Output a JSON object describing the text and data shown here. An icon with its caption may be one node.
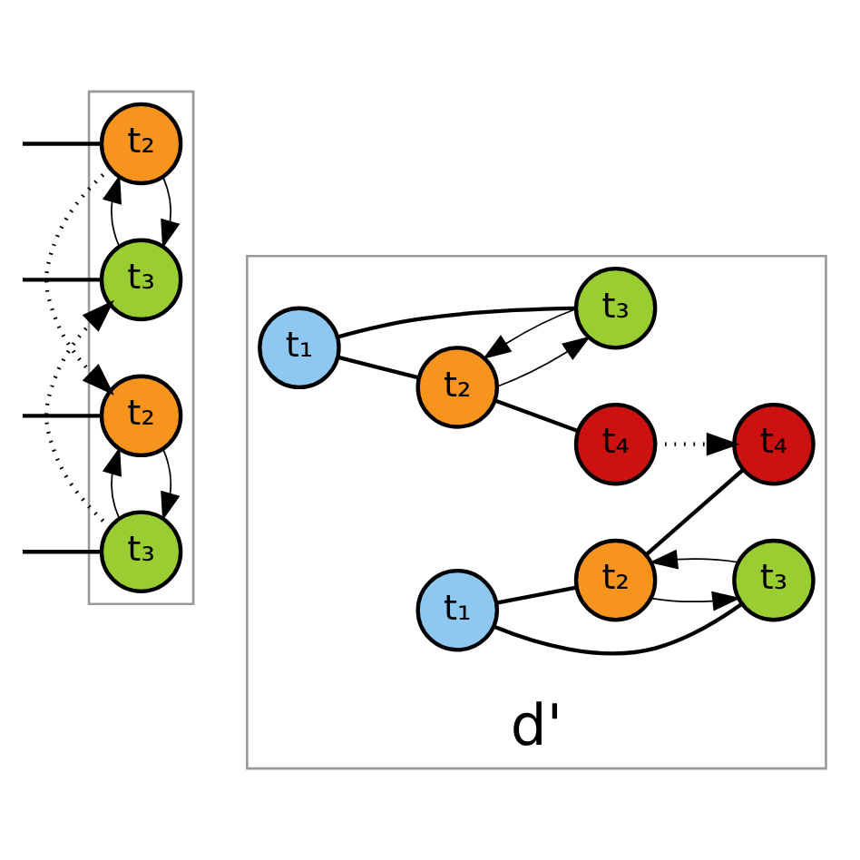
{
  "diagram": {
    "nodes": [
      {
        "text": [],
        "shape": "box"
      },
      {
        "text": [
          "t₂"
        ],
        "in": 0
      },
      {
        "text": [
          "t₃"
        ],
        "in": 0
      },
      {
        "text": [
          "t₂"
        ],
        "in": 0
      },
      {
        "text": [
          "t₃"
        ],
        "in": 0
      },
      {
        "text": [
          "d'"
        ]
      },
      {
        "text": [
          "t₁"
        ],
        "in": 5
      },
      {
        "text": [
          "t₂"
        ],
        "in": 5
      },
      {
        "text": [
          "t₃"
        ],
        "in": 5
      },
      {
        "text": [
          "t₄"
        ],
        "in": 5
      },
      {
        "text": [
          "t₁"
        ],
        "in": 5
      },
      {
        "text": [
          "t₂"
        ],
        "in": 5
      },
      {
        "text": [
          "t₃"
        ],
        "in": 5
      },
      {
        "text": [
          "t₄"
        ],
        "in": 5
      }
    ],
    "edges": [
      {
        "from": null,
        "to": 1,
        "arrow": "none"
      },
      {
        "from": 1,
        "to": 2,
        "arrow": "to"
      },
      {
        "from": 2,
        "to": 1,
        "arrow": "to"
      },
      {
        "from": null,
        "to": 2,
        "arrow": "none"
      },
      {
        "from": 1,
        "to": 3,
        "arrow": "to",
        "style": "dashed"
      },
      {
        "from": 4,
        "to": 2,
        "arrow": "to",
        "style": "dashed"
      },
      {
        "from": null,
        "to": 3,
        "arrow": "none"
      },
      {
        "from": 3,
        "to": 4,
        "arrow": "to"
      },
      {
        "from": 4,
        "to": 3,
        "arrow": "to"
      },
      {
        "from": null,
        "to": 4,
        "arrow": "none"
      },
      {
        "from": 6,
        "to": 7,
        "arrow": "none"
      },
      {
        "from": 6,
        "to": 8,
        "arrow": "none"
      },
      {
        "from": 7,
        "to": 9,
        "arrow": "none"
      },
      {
        "from": 7,
        "to": 8,
        "arrow": "to"
      },
      {
        "from": 8,
        "to": 7,
        "arrow": "to"
      },
      {
        "from": 9,
        "to": 13,
        "arrow": "to",
        "style": "dashed"
      },
      {
        "from": 10,
        "to": 11,
        "arrow": "none"
      },
      {
        "from": 10,
        "to": 12,
        "arrow": "none"
      },
      {
        "from": 11,
        "to": 13,
        "arrow": "none"
      },
      {
        "from": 11,
        "to": 12,
        "arrow": "to"
      },
      {
        "from": 12,
        "to": 11,
        "arrow": "to"
      }
    ]
  }
}
